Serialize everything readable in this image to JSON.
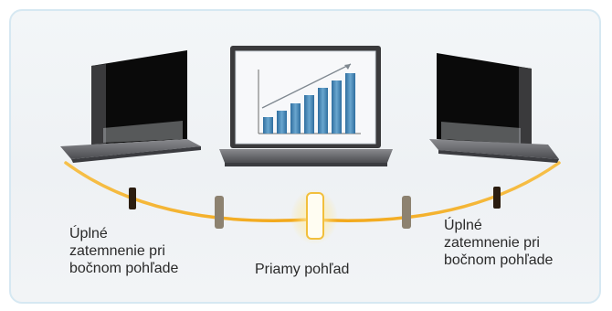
{
  "labels": {
    "left": [
      "Úplné",
      "zatemnenie pri",
      "bočnom pohľade"
    ],
    "center": "Priamy pohľad",
    "right": [
      "Úplné",
      "zatemnenie pri",
      "bočnom pohľade"
    ]
  },
  "colors": {
    "arc": "#f3b21d",
    "panel_border": "#d6e8f2",
    "privacy_screen": "#0a0a0a",
    "laptop_body": "#6f6f73",
    "chart_bar": "#3f7fb0"
  },
  "icons": {
    "left_laptop": "laptop-privacy-blocked-icon",
    "center_laptop": "laptop-chart-icon",
    "right_laptop": "laptop-privacy-blocked-icon",
    "viewing_markers": "viewing-angle-marker-icon"
  }
}
